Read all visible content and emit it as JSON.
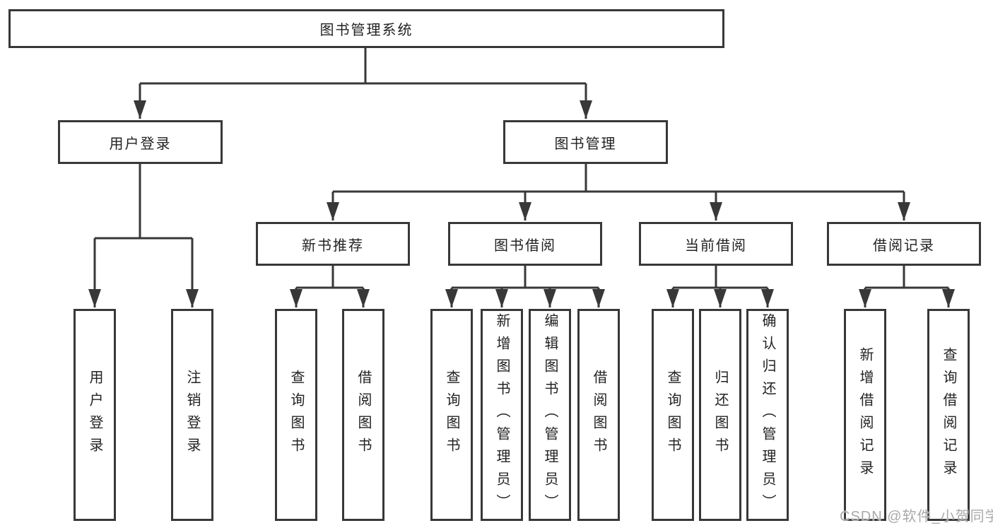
{
  "diagram": {
    "root": {
      "label": "图书管理系统"
    },
    "level2": {
      "user_login": {
        "label": "用户登录"
      },
      "book_management": {
        "label": "图书管理"
      }
    },
    "level3": {
      "new_book_recommendation": {
        "label": "新书推荐"
      },
      "book_borrowing": {
        "label": "图书借阅"
      },
      "current_borrowing": {
        "label": "当前借阅"
      },
      "borrowing_records": {
        "label": "借阅记录"
      }
    },
    "leaves": {
      "user_login": {
        "label": "用户登录"
      },
      "logout": {
        "label": "注销登录"
      },
      "nb_query_books": {
        "label": "查询图书"
      },
      "nb_borrow_books": {
        "label": "借阅图书"
      },
      "bb_query_books": {
        "label": "查询图书"
      },
      "bb_add_books_admin": {
        "label": "新增图书（管理员）"
      },
      "bb_edit_books_admin": {
        "label": "编辑图书（管理员）"
      },
      "bb_borrow_books": {
        "label": "借阅图书"
      },
      "cb_query_books": {
        "label": "查询图书"
      },
      "cb_return_books": {
        "label": "归还图书"
      },
      "cb_confirm_return_admin": {
        "label": "确认归还（管理员）"
      },
      "br_add_borrow_record": {
        "label": "新增借阅记录"
      },
      "br_query_borrow_record": {
        "label": "查询借阅记录"
      }
    }
  },
  "watermark": {
    "text": "CSDN @软件_小贺同学"
  },
  "colors": {
    "line": "#383838",
    "box_border": "#383838",
    "text": "#222222",
    "watermark": "#a9a9a9",
    "background": "#ffffff"
  }
}
